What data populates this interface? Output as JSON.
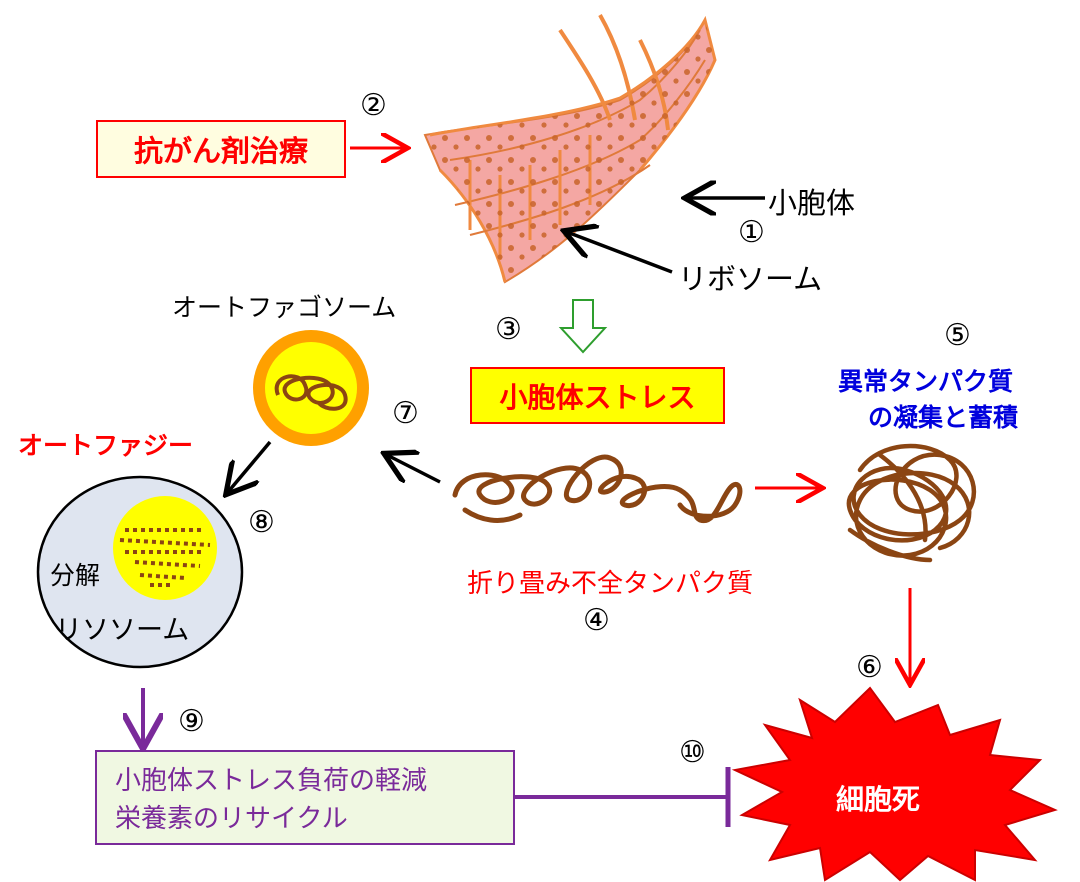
{
  "treatment": "抗がん剤治療",
  "er_label": "小胞体",
  "ribosome_label": "リボソーム",
  "er_stress": "小胞体ストレス",
  "autophagosome_label": "オートファゴソーム",
  "autophagy_label": "オートファジー",
  "degradation": "分解",
  "lysosome_label": "リソソーム",
  "misfolded": "折り畳み不全タンパク質",
  "aggregate": {
    "line1": "異常タンパク質",
    "line2": "の凝集と蓄積"
  },
  "cell_death": "細胞死",
  "outcome": {
    "line1": "小胞体ストレス負荷の軽減",
    "line2": "栄養素のリサイクル"
  },
  "numbers": {
    "n1": "①",
    "n2": "②",
    "n3": "③",
    "n4": "④",
    "n5": "⑤",
    "n6": "⑥",
    "n7": "⑦",
    "n8": "⑧",
    "n9": "⑨",
    "n10": "⑩"
  },
  "colors": {
    "red": "#ff0000",
    "blue": "#0000dd",
    "purple": "#7a2a9a",
    "yellow": "#ffff00",
    "orange": "#ffa000",
    "lysosome_fill": "#dfe5f0",
    "brown": "#8b4513",
    "er_pink": "#f4a7a3",
    "er_orange": "#f08a40",
    "green": "#2e9e2e"
  }
}
